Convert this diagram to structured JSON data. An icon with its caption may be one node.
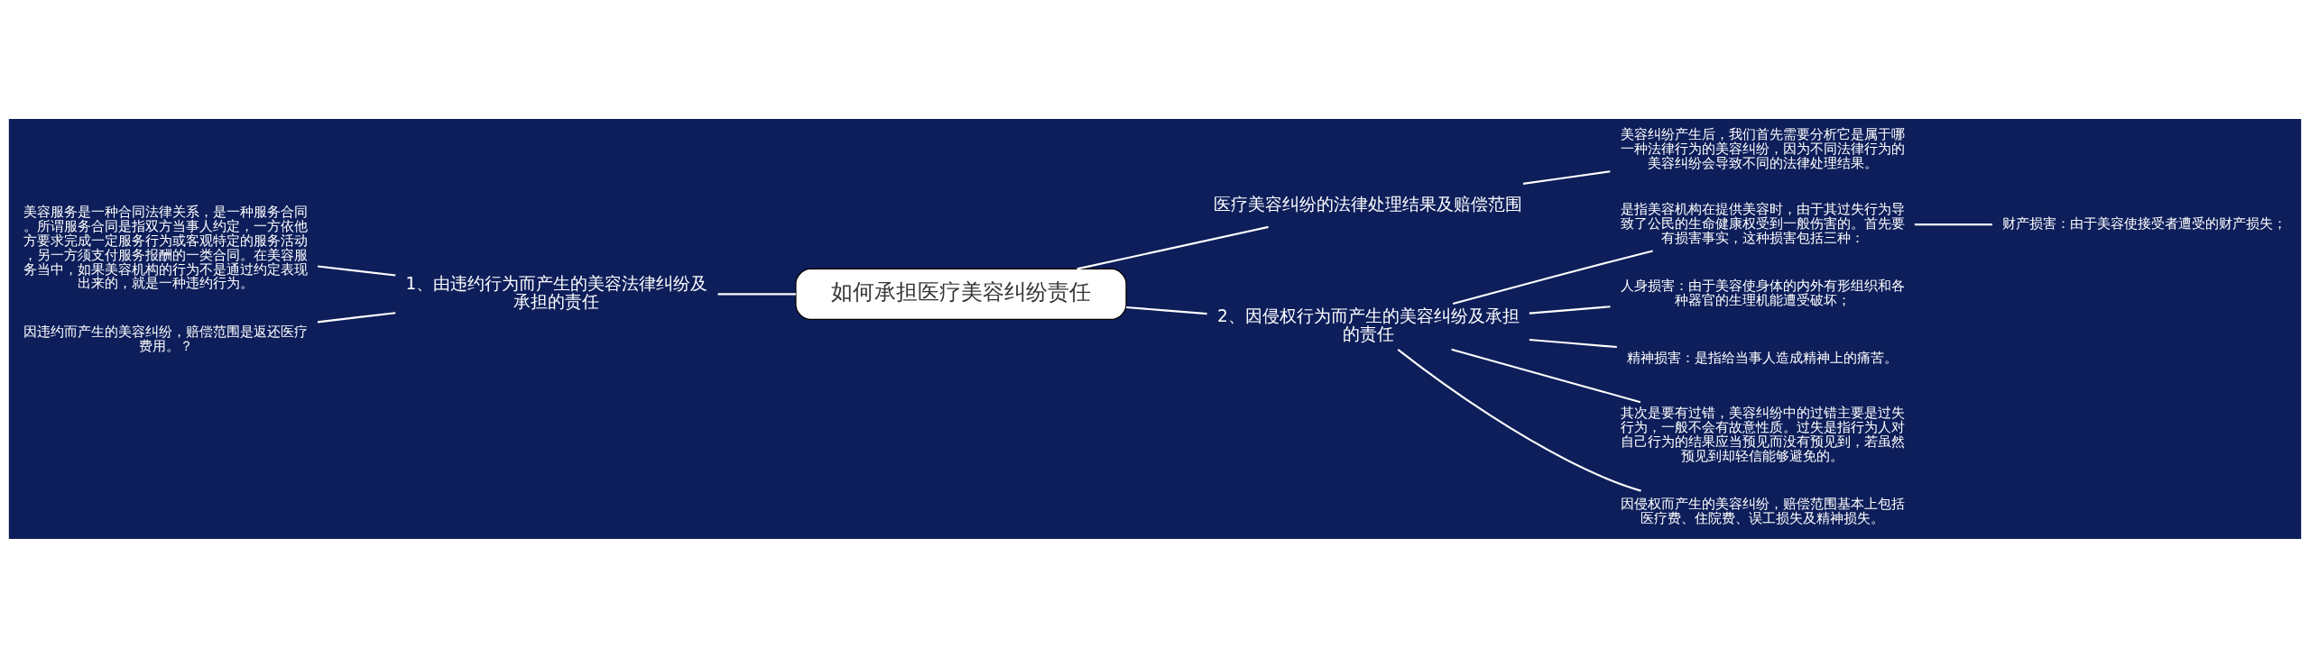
{
  "diagram": {
    "nodes": [
      {
        "text": [
          "如何承担医疗美容纠纷责任"
        ]
      },
      {
        "text": [
          "1、由违约行为而产生的美容法律纠纷及承担的责任"
        ]
      },
      {
        "text": [
          "美容服务是一种合同法律关系，是一种服务合同。所谓服务合同是指双方当事人约定，一方依他方要求完成一定服务行为或客观特定的服务活动，另一方须支付服务报酬的一类合同。在美容服务当中，如果美容机构的行为不是通过约定表现出来的，就是一种违约行为。"
        ]
      },
      {
        "text": [
          "因违约而产生的美容纠纷，赔偿范围是返还医疗费用。？"
        ]
      },
      {
        "text": [
          "医疗美容纠纷的法律处理结果及赔偿范围"
        ]
      },
      {
        "text": [
          "美容纠纷产生后，我们首先需要分析它是属于哪一种法律行为的美容纠纷，因为不同法律行为的美容纠纷会导致不同的法律处理结果。"
        ]
      },
      {
        "text": [
          "2、因侵权行为而产生的美容纠纷及承担的责任"
        ]
      },
      {
        "text": [
          "是指美容机构在提供美容时，由于其过失行为导致了公民的生命健康权受到一般伤害的。首先要有损害事实，这种损害包括三种："
        ]
      },
      {
        "text": [
          "财产损害：由于美容使接受者遭受的财产损失；"
        ]
      },
      {
        "text": [
          "人身损害：由于美容使身体的内外有形组织和各种器官的生理机能遭受破坏；"
        ]
      },
      {
        "text": [
          "精神损害：是指给当事人造成精神上的痛苦。"
        ]
      },
      {
        "text": [
          "其次是要有过错，美容纠纷中的过错主要是过失行为，一般不会有故意性质。过失是指行为人对自己行为的结果应当预见而没有预见到，若虽然预见到却轻信能够避免的。"
        ]
      },
      {
        "text": [
          "因侵权而产生的美容纠纷，赔偿范围基本上包括医疗费、住院费、误工损失及精神损失。"
        ]
      }
    ],
    "edges": [
      {
        "from": 0,
        "to": 1,
        "arrow": "none"
      },
      {
        "from": 1,
        "to": 2,
        "arrow": "none"
      },
      {
        "from": 1,
        "to": 3,
        "arrow": "none"
      },
      {
        "from": 0,
        "to": 4,
        "arrow": "none"
      },
      {
        "from": 4,
        "to": 5,
        "arrow": "none"
      },
      {
        "from": 0,
        "to": 6,
        "arrow": "none"
      },
      {
        "from": 6,
        "to": 7,
        "arrow": "none"
      },
      {
        "from": 7,
        "to": 8,
        "arrow": "none"
      },
      {
        "from": 6,
        "to": 9,
        "arrow": "none"
      },
      {
        "from": 6,
        "to": 10,
        "arrow": "none"
      },
      {
        "from": 6,
        "to": 11,
        "arrow": "none"
      },
      {
        "from": 6,
        "to": 12,
        "arrow": "none"
      }
    ]
  }
}
